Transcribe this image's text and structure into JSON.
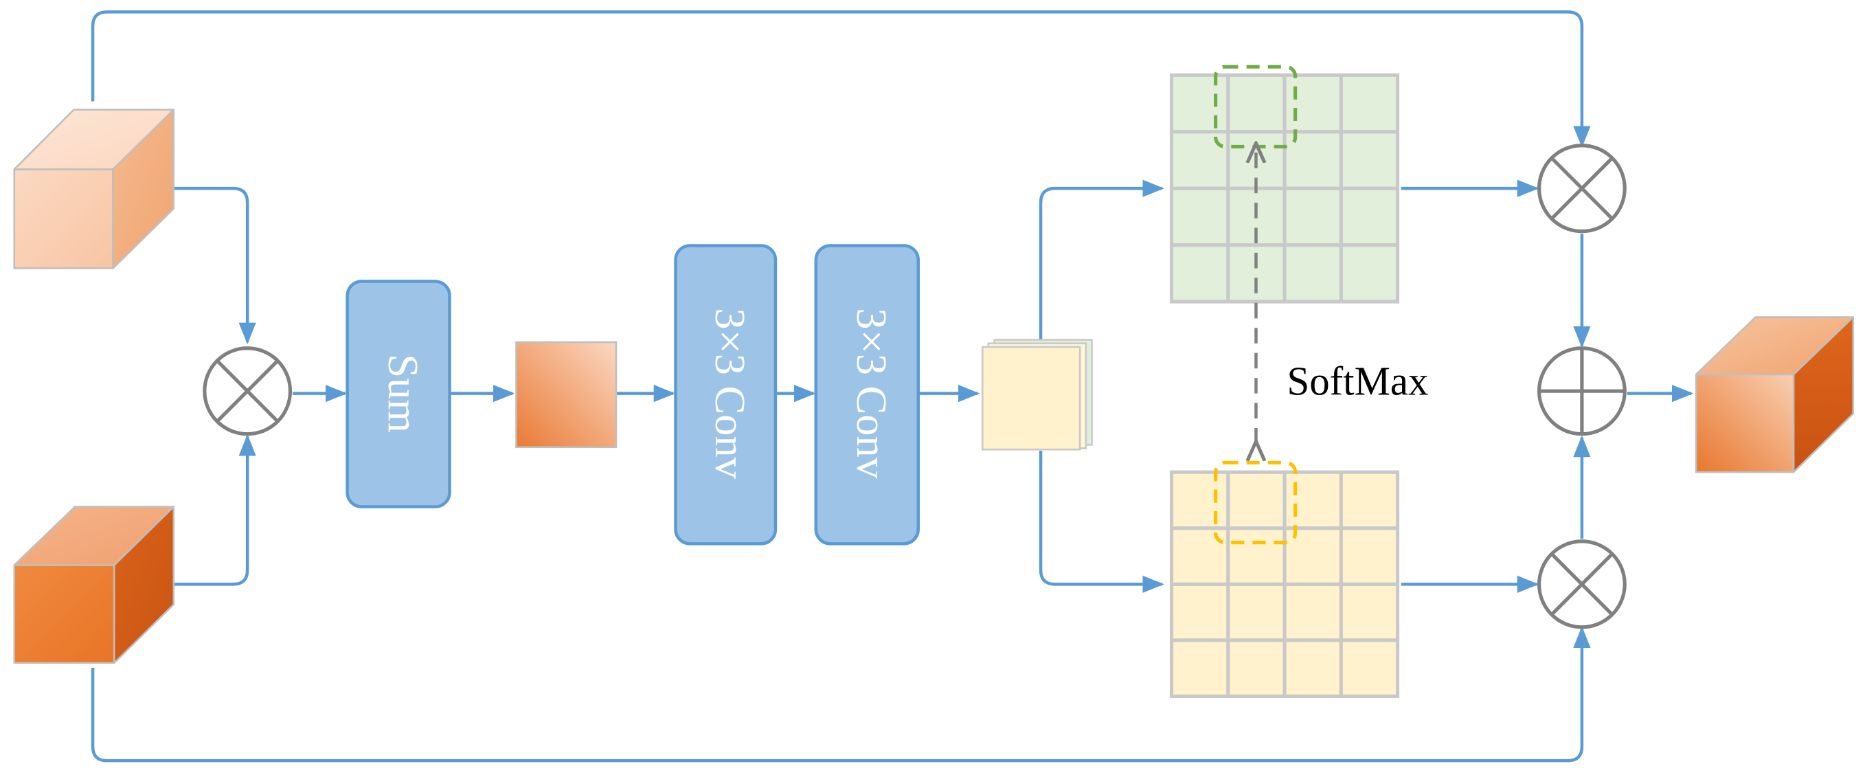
{
  "labels": {
    "sum": "Sum",
    "conv1": "3×3 Conv",
    "conv2": "3×3 Conv",
    "softmax": "SoftMax"
  },
  "colors": {
    "arrow": "#5b9bd5",
    "block_fill": "#9dc3e6",
    "block_stroke": "#5b9bd5",
    "operator_stroke": "#808080",
    "grid_green_fill": "#e2efda",
    "grid_yellow_fill": "#fff2cc",
    "grid_line": "#c9c9c9",
    "highlight_green": "#70ad47",
    "highlight_yellow": "#ffc000",
    "cube_light": "#f8cbad",
    "cube_dark": "#d9631a",
    "dashed_arrow": "#808080"
  },
  "operators": [
    "multiply-operator",
    "multiply-operator",
    "add-operator",
    "multiply-operator"
  ]
}
